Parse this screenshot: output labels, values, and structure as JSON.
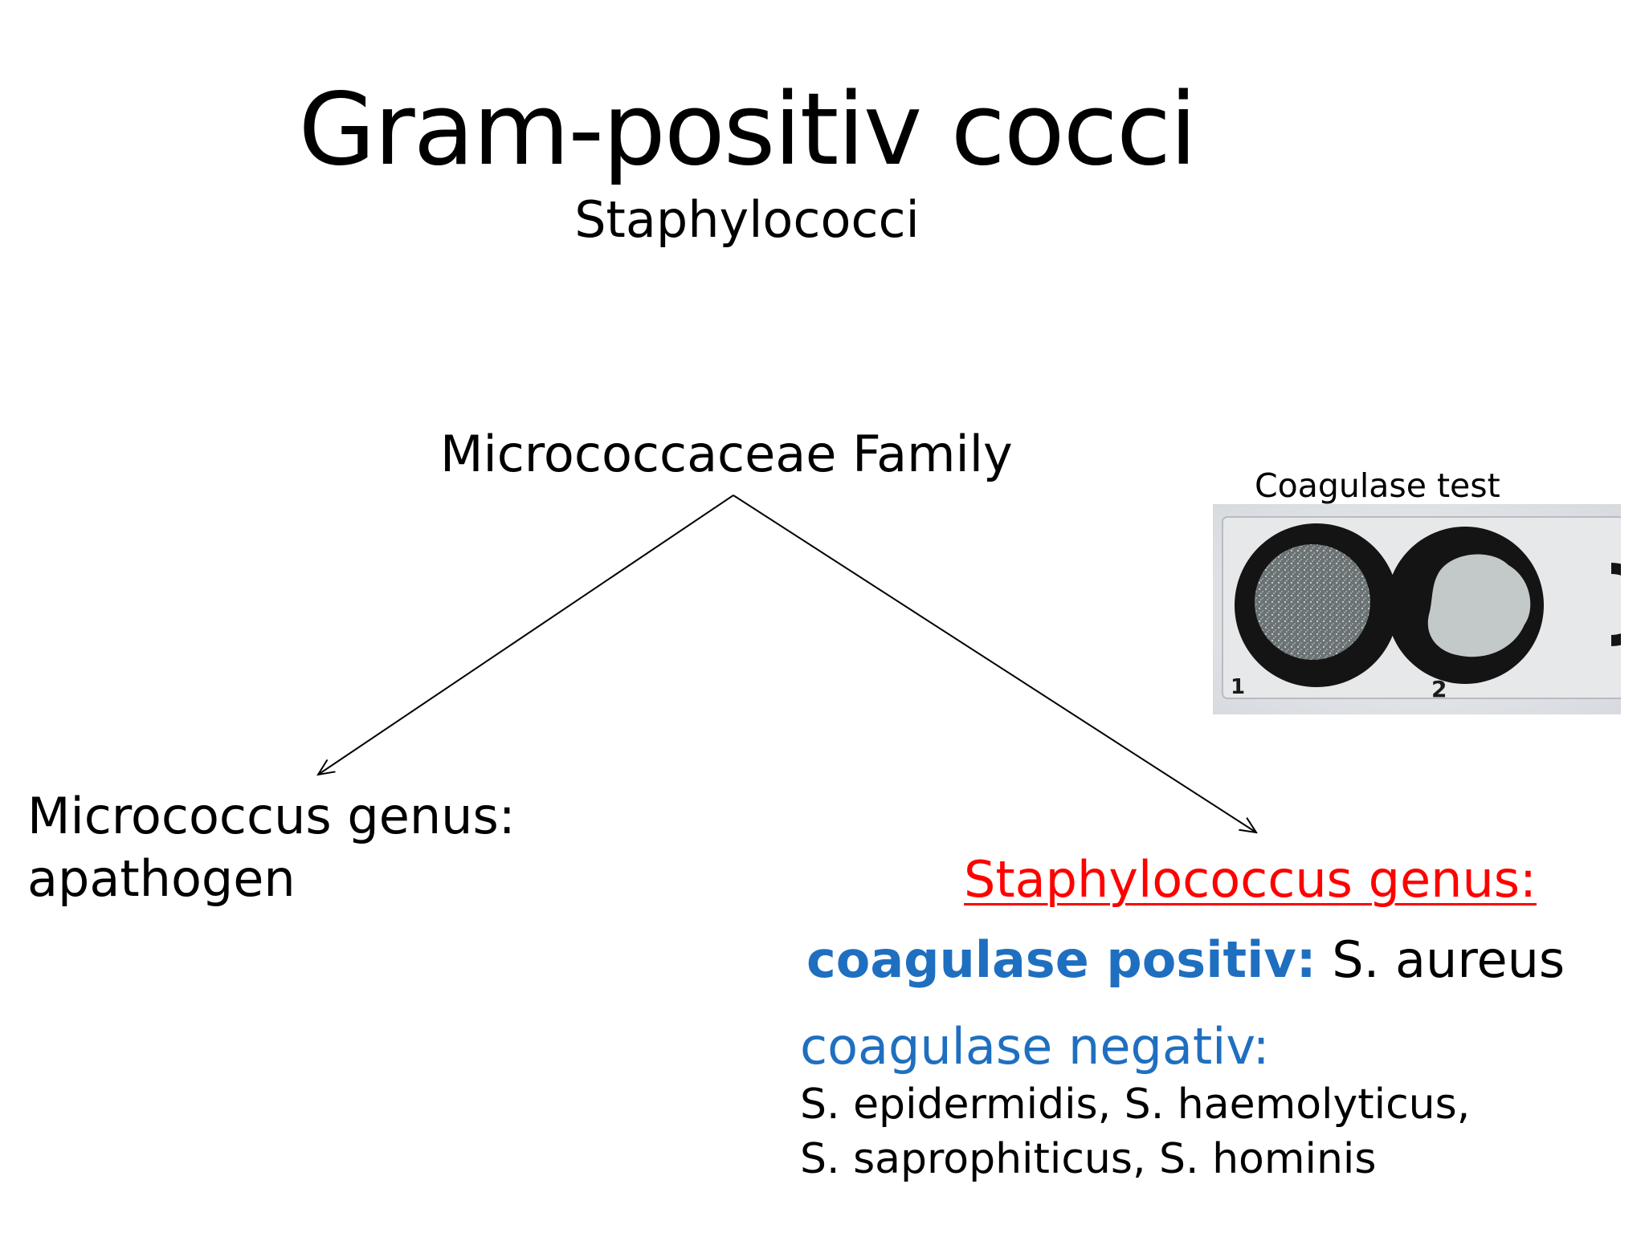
{
  "slide": {
    "title": "Gram-positiv cocci",
    "subtitle": "Staphylococci",
    "family": "Micrococcaceae Family",
    "micrococcus": {
      "line1": "Micrococcus genus:",
      "line2": "apathogen"
    },
    "staphylococcus": {
      "heading": "Staphylococcus genus: ",
      "coag_pos_label": "coagulase positiv:",
      "coag_pos_value": " S. aureus",
      "coag_neg_label": "coagulase negativ:",
      "species_line1": "S. epidermidis, S. haemolyticus,",
      "species_line2": "S. saprophiticus, S. hominis"
    },
    "figure": {
      "caption": "Coagulase test",
      "well1_label": "1",
      "well2_label": "2"
    }
  },
  "colors": {
    "heading_red": "#ff0000",
    "accent_blue": "#1f6fc0"
  }
}
